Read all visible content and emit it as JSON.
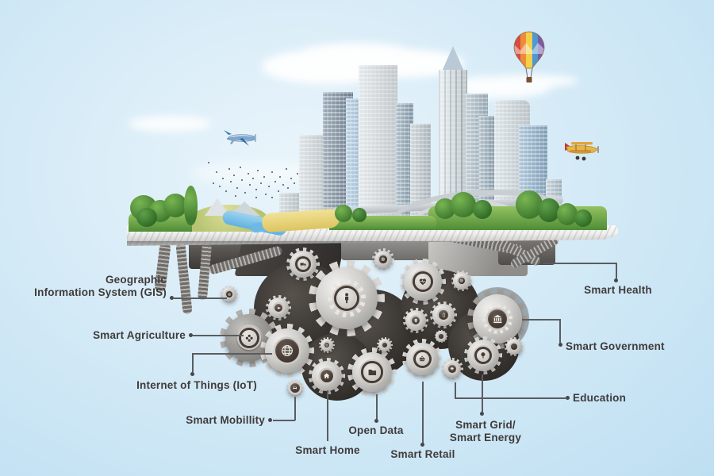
{
  "figure": {
    "type": "smart-city-infographic",
    "description": "Floating smart city platform driven by gear machinery, with labeled smart-technology domains"
  },
  "labels": {
    "gis": {
      "line1": "Geographic",
      "line2": "Information System (GIS)"
    },
    "agriculture": {
      "text": "Smart Agriculture"
    },
    "iot": {
      "text": "Internet of Things (IoT)"
    },
    "mobility": {
      "text": "Smart Mobillity"
    },
    "home": {
      "text": "Smart Home"
    },
    "open_data": {
      "text": "Open Data"
    },
    "retail": {
      "text": "Smart Retail"
    },
    "grid": {
      "line1": "Smart Grid/",
      "line2": "Smart Energy"
    },
    "education": {
      "text": "Education"
    },
    "government": {
      "text": "Smart Government"
    },
    "health": {
      "text": "Smart Health"
    }
  },
  "icons": {
    "gears": [
      "truck-icon",
      "target-rings-icon",
      "person-icon",
      "heart-pulse-icon",
      "navigation-arrow-icon",
      "sprout-flower-icon",
      "globe-icon",
      "location-pin-icon",
      "smartphone-icon",
      "bank-icon",
      "lightbulb-icon",
      "graduation-cap-icon",
      "shopping-basket-icon",
      "folder-icon",
      "home-icon",
      "car-icon"
    ],
    "scene": [
      "city-skyline",
      "hot-air-balloon",
      "propeller-plane",
      "biplane",
      "bird-flock",
      "highway-loop",
      "floating-platform",
      "gear-machinery"
    ]
  },
  "colors": {
    "sky_light": "#eaf5fb",
    "sky_deep": "#bedff2",
    "label_text": "#3f3b3a",
    "callout_line": "#5b5c60",
    "gear_metal": "#d2d0cd",
    "badge_brown": "#3e342d",
    "grass_green": "#4f8c36",
    "river_blue": "#6db9e6",
    "sand_yellow": "#ecd884",
    "balloon_stripes": [
      "#d84b3f",
      "#ef8a3c",
      "#f2d049",
      "#4f98d3",
      "#7a5aa8"
    ]
  }
}
